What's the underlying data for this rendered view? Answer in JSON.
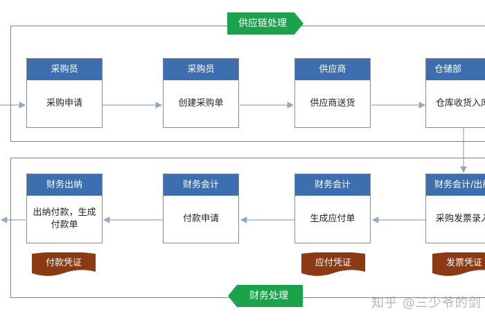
{
  "supply_chain": {
    "banner": "供应链处理",
    "nodes": [
      {
        "role": "采购员",
        "action": "采购申请"
      },
      {
        "role": "采购员",
        "action": "创建采购单"
      },
      {
        "role": "供应商",
        "action": "供应商送货"
      },
      {
        "role": "仓储部",
        "action": "仓库收货入库"
      }
    ]
  },
  "finance": {
    "banner": "财务处理",
    "nodes": [
      {
        "role": "财务出纳",
        "action": "出纳付款，生成\n付款单"
      },
      {
        "role": "财务会计",
        "action": "付款申请"
      },
      {
        "role": "财务会计",
        "action": "生成应付单"
      },
      {
        "role": "财务会计/出纳",
        "action": "采购发票录入"
      }
    ],
    "vouchers": [
      "付款凭证",
      "应付凭证",
      "发票凭证"
    ]
  },
  "watermark": "知乎 @三少爷的剑",
  "colors": {
    "header_blue": "#3d6fb0",
    "banner_green": "#1aa34a",
    "voucher_brown": "#8b3a14",
    "arrow": "#8ea9c8"
  }
}
